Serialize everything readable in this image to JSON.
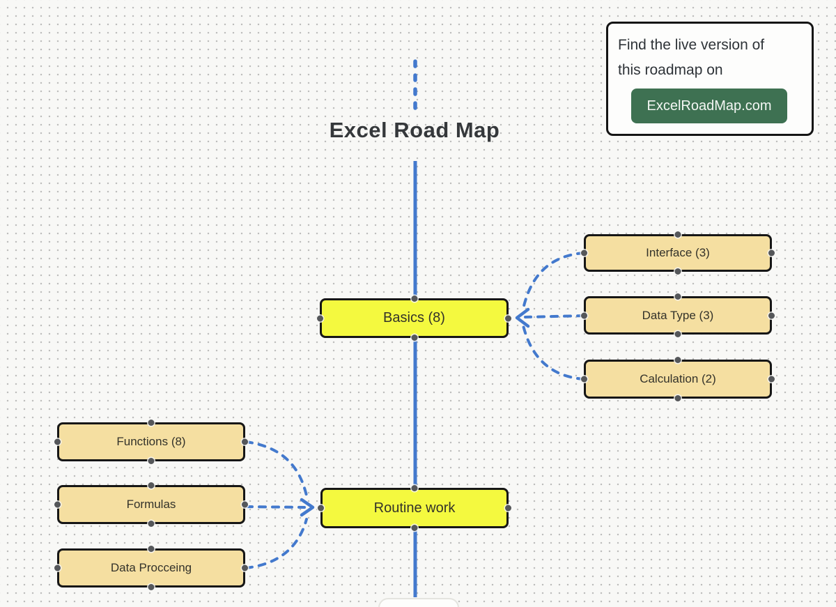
{
  "title": "Excel Road Map",
  "callout": {
    "line1": "Find the live version of",
    "line2": "this roadmap on",
    "button_label": "ExcelRoadMap.com"
  },
  "nodes": {
    "basics": {
      "label": "Basics (8)",
      "type": "primary"
    },
    "routine_work": {
      "label": "Routine work",
      "type": "primary"
    },
    "interface": {
      "label": "Interface (3)",
      "type": "secondary"
    },
    "data_type": {
      "label": "Data Type (3)",
      "type": "secondary"
    },
    "calculation": {
      "label": "Calculation (2)",
      "type": "secondary"
    },
    "functions": {
      "label": "Functions (8)",
      "type": "secondary"
    },
    "formulas": {
      "label": "Formulas",
      "type": "secondary"
    },
    "data_procceing": {
      "label": "Data Procceing",
      "type": "secondary"
    }
  },
  "edges": [
    {
      "from": "interface",
      "to": "basics",
      "style": "dashed-arrow"
    },
    {
      "from": "data_type",
      "to": "basics",
      "style": "dashed-arrow"
    },
    {
      "from": "calculation",
      "to": "basics",
      "style": "dashed-arrow"
    },
    {
      "from": "functions",
      "to": "routine_work",
      "style": "dashed-arrow"
    },
    {
      "from": "formulas",
      "to": "routine_work",
      "style": "dashed-arrow"
    },
    {
      "from": "data_procceing",
      "to": "routine_work",
      "style": "dashed-arrow"
    }
  ],
  "colors": {
    "primary_node_fill": "#f4f93f",
    "secondary_node_fill": "#f5dfa1",
    "node_border": "#161616",
    "connector_blue": "#4379cd",
    "connector_dot": "#55575a",
    "button_green": "#3e7152",
    "button_text": "#f4f7f4",
    "canvas_background": "#f8f8f6"
  }
}
